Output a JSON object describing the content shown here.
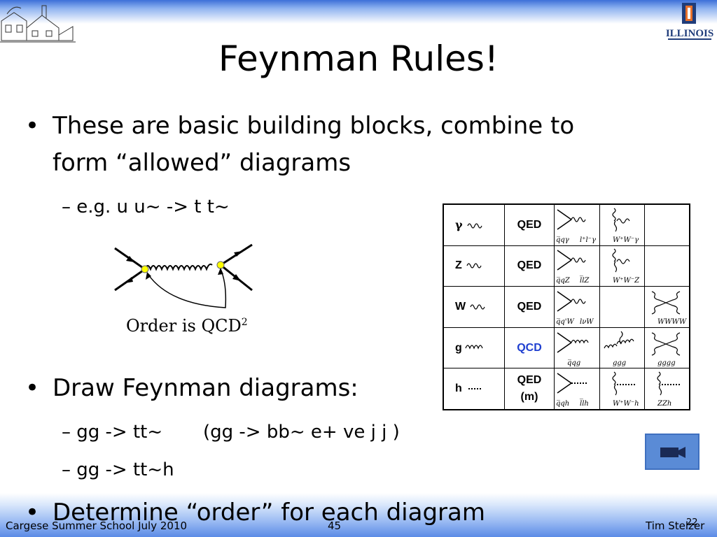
{
  "title": "Feynman Rules!",
  "bullets": [
    {
      "line1": "These are basic building blocks, combine to",
      "line2": "form “allowed” diagrams"
    },
    {
      "line1": "Draw Feynman diagrams:"
    },
    {
      "line1": "Determine “order” for each diagram"
    }
  ],
  "subbullets": [
    "– e.g. u u~ -> t t~",
    "– gg -> tt~       (gg -> bb~ e+ ve j j )",
    "– gg -> tt~h"
  ],
  "bullet_glyph": "•",
  "diagram_caption": "Order is QCD",
  "diagram_caption_sup": "2",
  "table": {
    "rows": [
      {
        "particle": "γ",
        "theory": "QED",
        "labels": [
          [
            "q̅qγ",
            "l⁺l⁻γ"
          ],
          [
            "W⁺W⁻γ"
          ],
          []
        ]
      },
      {
        "particle": "Z",
        "theory": "QED",
        "labels": [
          [
            "q̅qZ",
            "l̅lZ"
          ],
          [
            "W⁺W⁻Z"
          ],
          []
        ]
      },
      {
        "particle": "W",
        "theory": "QED",
        "labels": [
          [
            "q̅q'W",
            "lνW"
          ],
          [],
          [
            "WWWW"
          ]
        ]
      },
      {
        "particle": "g",
        "theory": "QCD",
        "labels": [
          [
            "q̅qg"
          ],
          [
            "ggg"
          ],
          [
            "gggg"
          ]
        ]
      },
      {
        "particle": "h",
        "theory": "QED",
        "theory2": "(m)",
        "labels": [
          [
            "q̅qh",
            "l̅lh"
          ],
          [
            "W⁺W⁻h"
          ],
          [
            "ZZh"
          ]
        ]
      }
    ]
  },
  "footer": {
    "left": "Cargese Summer School July 2010",
    "center": "45",
    "right": "Tim Stelzer",
    "page": "22"
  },
  "icons": {
    "video": "video-camera-icon",
    "logo_left": "campus-sketch-logo",
    "logo_right": "illinois-logo"
  },
  "logo_text": "ILLINOIS"
}
